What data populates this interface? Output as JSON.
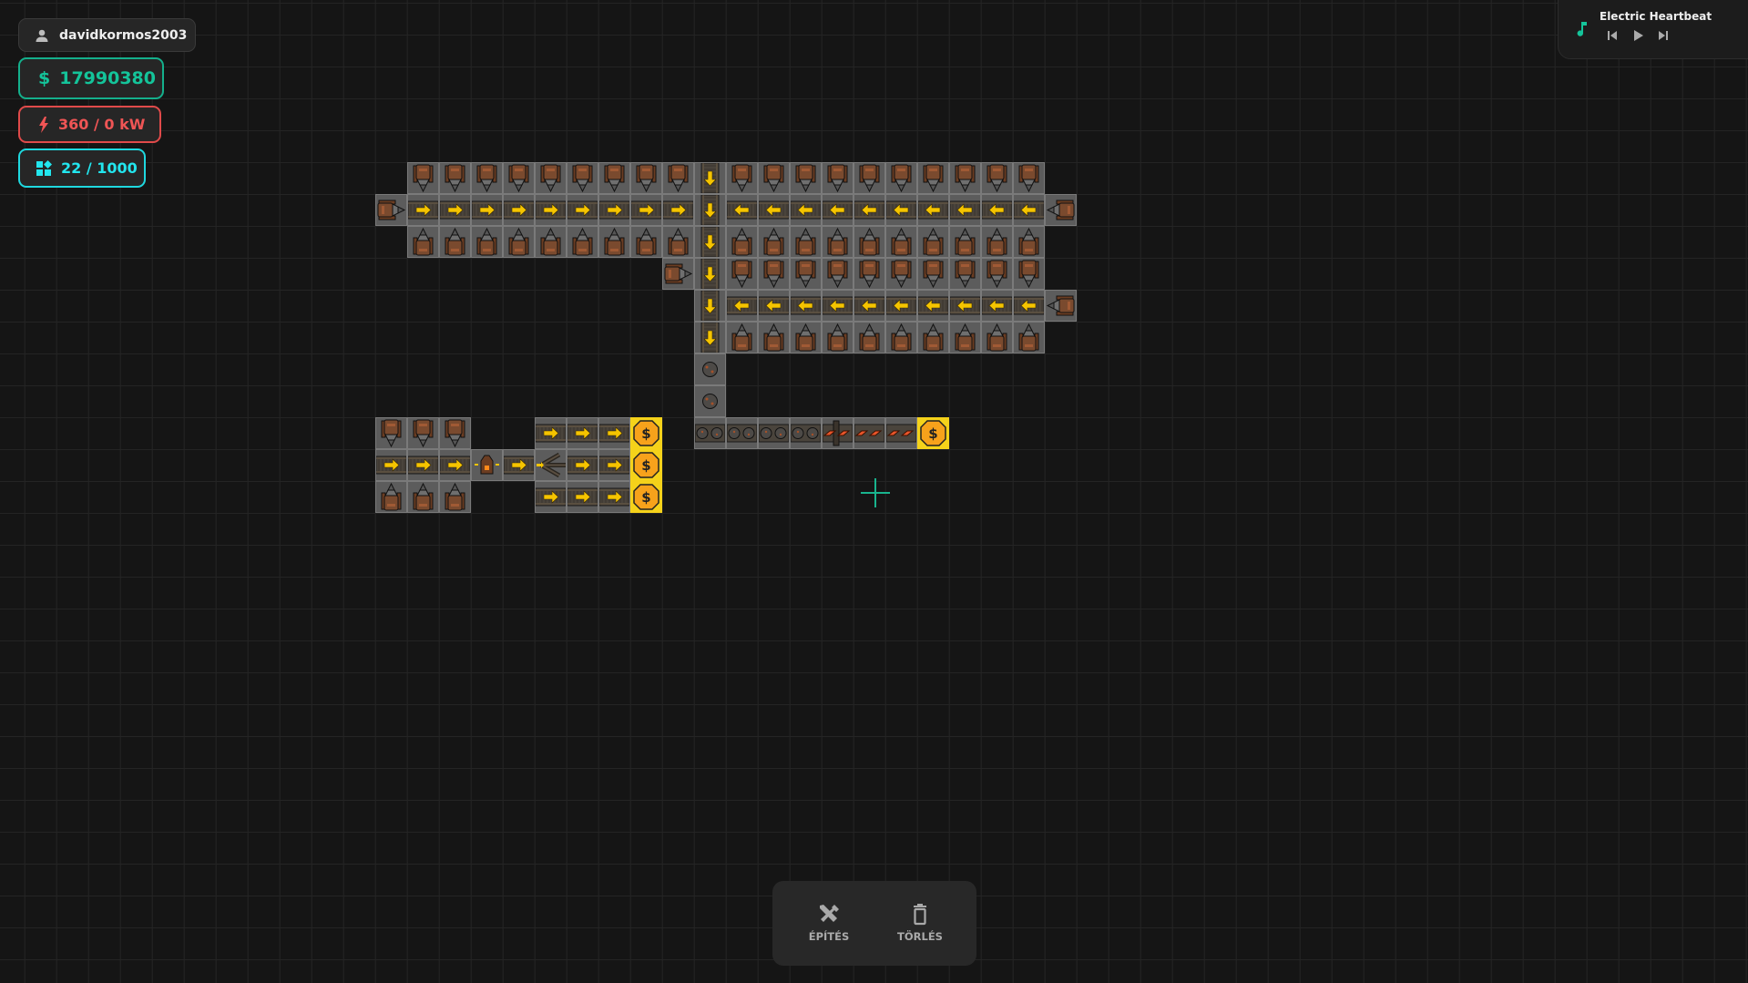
{
  "hud": {
    "username": "davidkormos2003",
    "money": "17990380",
    "power": "360 / 0 kW",
    "buildings": "22 / 1000"
  },
  "music": {
    "track_title": "Electric Heartbeat"
  },
  "toolbar": {
    "build_label": "ÉPÍTÉS",
    "delete_label": "TÖRLÉS"
  },
  "colors": {
    "money": "#14c49a",
    "power": "#f05555",
    "buildings": "#22e6ee",
    "seller": "#f5d21a",
    "arrow": "#f5c400"
  }
}
